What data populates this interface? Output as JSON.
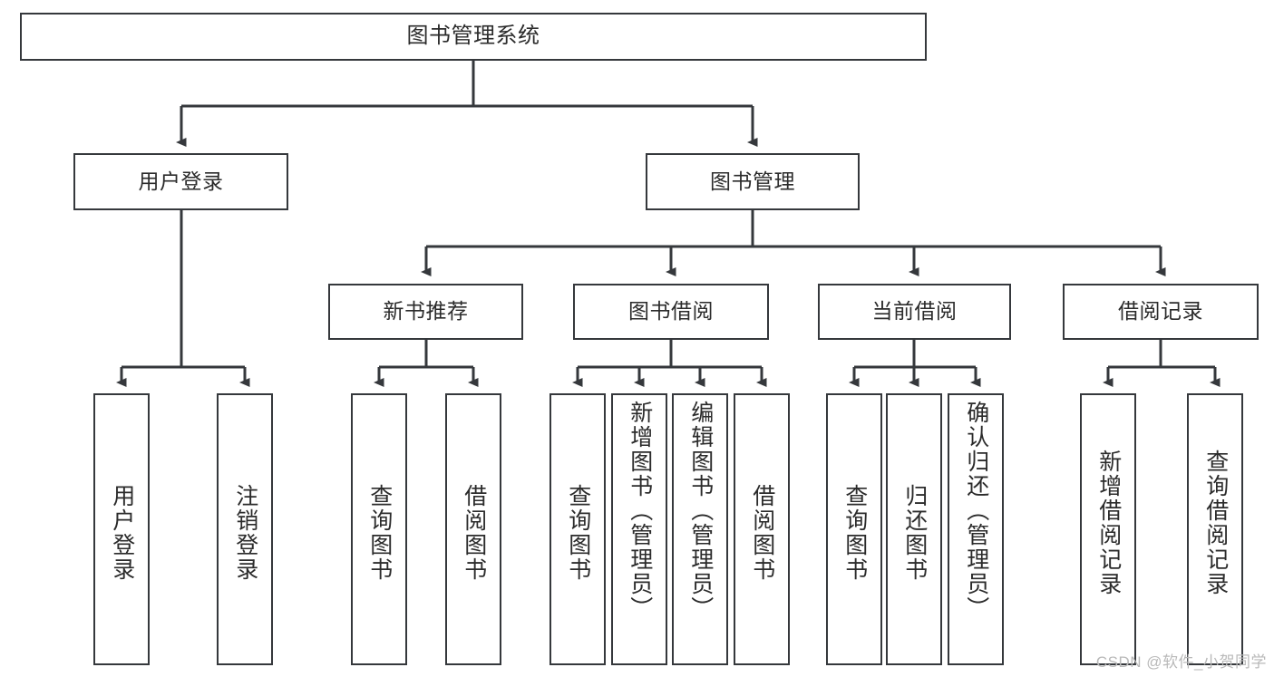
{
  "diagram": {
    "title": "图书管理系统",
    "type": "tree-hierarchy",
    "watermark": "CSDN @软件_小贺同学",
    "colors": {
      "stroke": "#35383c",
      "fill": "#ffffff",
      "text": "#2b2b2b",
      "watermark": "#b9b9b9"
    },
    "nodes": {
      "root": {
        "label": "图书管理系统"
      },
      "level2": [
        {
          "label": "用户登录"
        },
        {
          "label": "图书管理"
        }
      ],
      "level3": [
        {
          "label": "新书推荐"
        },
        {
          "label": "图书借阅"
        },
        {
          "label": "当前借阅"
        },
        {
          "label": "借阅记录"
        }
      ],
      "leaves": {
        "user_login": [
          {
            "label": "用户登录"
          },
          {
            "label": "注销登录"
          }
        ],
        "new_book_recommend": [
          {
            "label": "查询图书"
          },
          {
            "label": "借阅图书"
          }
        ],
        "book_borrow": [
          {
            "label": "查询图书"
          },
          {
            "label": "新增图书（管理员）"
          },
          {
            "label": "编辑图书（管理员）"
          },
          {
            "label": "借阅图书"
          }
        ],
        "current_borrow": [
          {
            "label": "查询图书"
          },
          {
            "label": "归还图书"
          },
          {
            "label": "确认归还（管理员）"
          }
        ],
        "borrow_record": [
          {
            "label": "新增借阅记录"
          },
          {
            "label": "查询借阅记录"
          }
        ]
      }
    }
  }
}
